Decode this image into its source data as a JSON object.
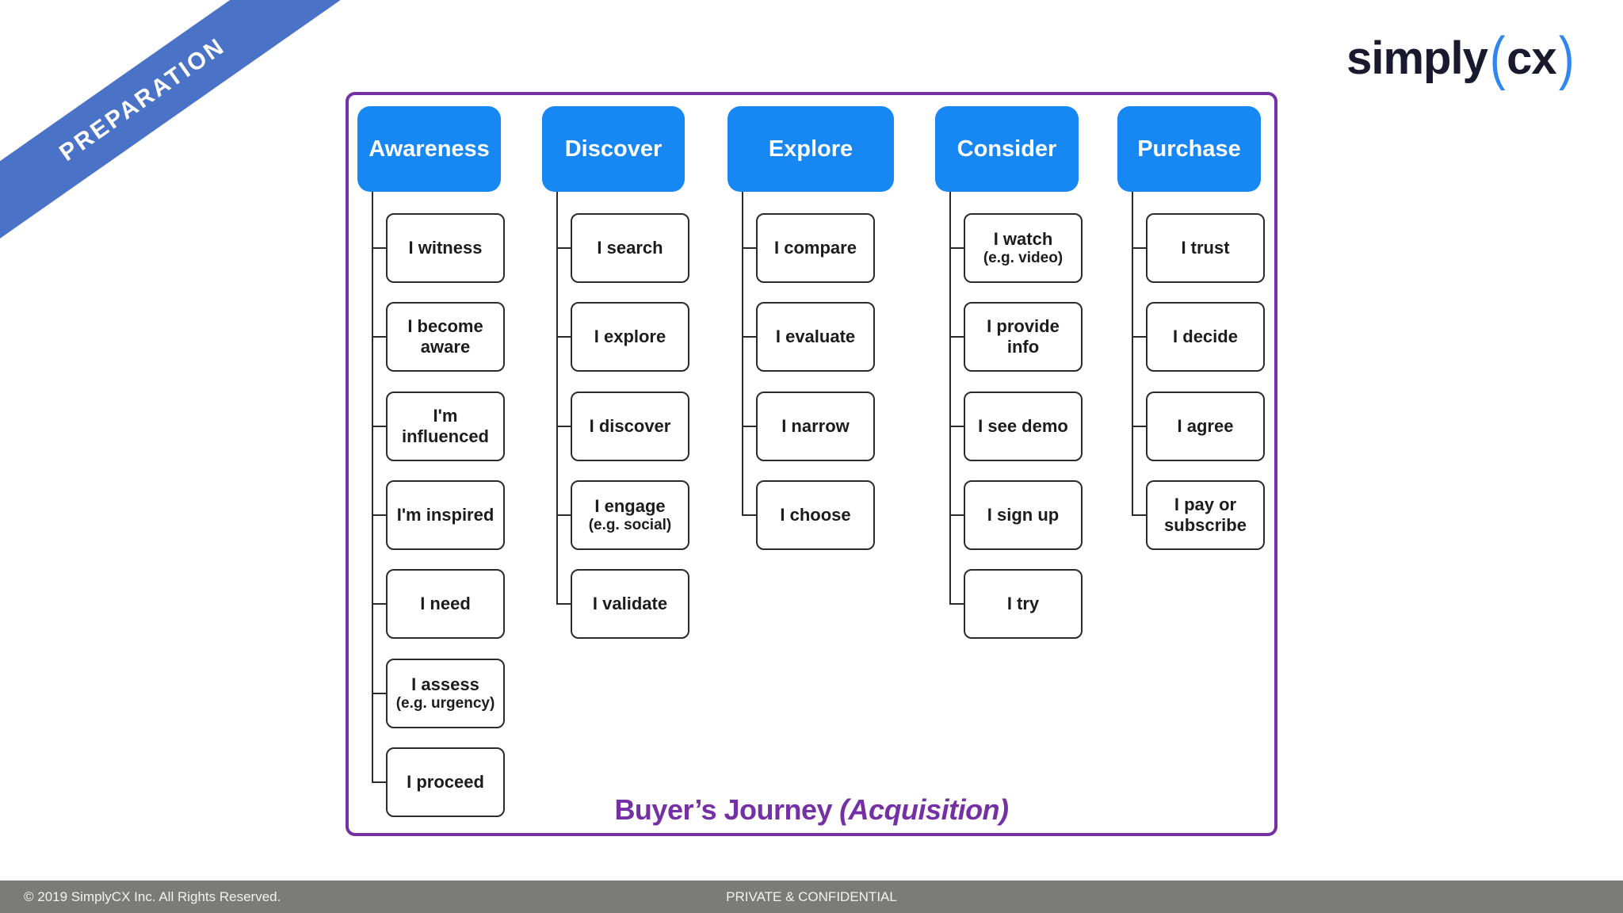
{
  "ribbon": {
    "label": "PREPARATION",
    "color": "#4a72c6"
  },
  "logo": {
    "word": "simply",
    "paren_open": "(",
    "inner": "cx",
    "paren_close": ")",
    "text_color": "#191a2e",
    "accent_color": "#2e86ee"
  },
  "diagram": {
    "title_main": "Buyer’s Journey",
    "title_emphasis": "(Acquisition)",
    "border_color": "#7430a4",
    "header_color": "#1787f3",
    "columns": [
      {
        "header": "Awareness",
        "steps": [
          [
            "I witness"
          ],
          [
            "I become",
            "aware"
          ],
          [
            "I'm",
            "influenced"
          ],
          [
            "I'm inspired"
          ],
          [
            "I need"
          ],
          [
            "I assess",
            "(e.g. urgency)"
          ],
          [
            "I proceed"
          ]
        ]
      },
      {
        "header": "Discover",
        "steps": [
          [
            "I search"
          ],
          [
            "I explore"
          ],
          [
            "I discover"
          ],
          [
            "I engage",
            "(e.g. social)"
          ],
          [
            "I validate"
          ]
        ]
      },
      {
        "header": "Explore",
        "steps": [
          [
            "I compare"
          ],
          [
            "I evaluate"
          ],
          [
            "I narrow"
          ],
          [
            "I choose"
          ]
        ]
      },
      {
        "header": "Consider",
        "steps": [
          [
            "I watch",
            "(e.g. video)"
          ],
          [
            "I provide",
            "info"
          ],
          [
            "I see demo"
          ],
          [
            "I sign up"
          ],
          [
            "I try"
          ]
        ]
      },
      {
        "header": "Purchase",
        "steps": [
          [
            "I trust"
          ],
          [
            "I decide"
          ],
          [
            "I agree"
          ],
          [
            "I pay or",
            "subscribe"
          ]
        ]
      }
    ]
  },
  "footer": {
    "copyright": "© 2019 SimplyCX Inc. All Rights Reserved.",
    "confidential": "PRIVATE & CONFIDENTIAL",
    "bar_color": "#7b7b78"
  }
}
